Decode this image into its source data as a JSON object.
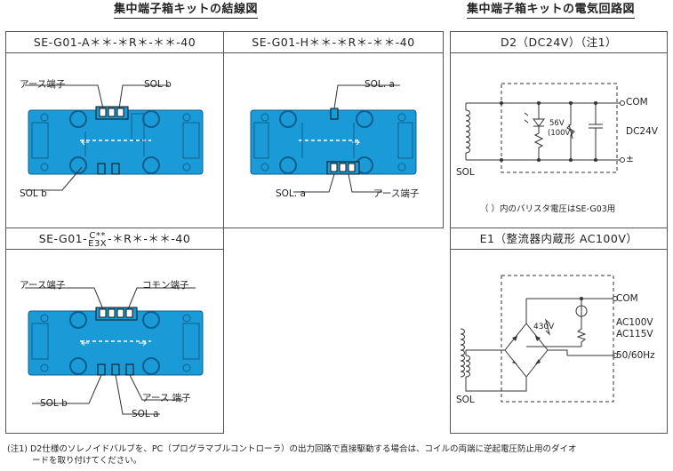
{
  "titles": {
    "wiring": "集中端子箱キットの結線図",
    "circuit": "集中端子箱キットの電気回路図"
  },
  "wiring_panels": {
    "a": {
      "model": "SE-G01-A＊＊-＊R＊-＊＊-40",
      "labels": {
        "earth": "アース端子",
        "sol_top": "SOL b",
        "sol_bottom": "SOL b"
      }
    },
    "h": {
      "model": "SE-G01-H＊＊-＊R＊-＊＊-40",
      "labels": {
        "sol_top": "SOL. a",
        "sol_bottom": "SOL. a",
        "earth": "アース端子"
      }
    },
    "c": {
      "model_prefix": "SE-G01-",
      "model_upper": "C**",
      "model_lower": "E3X",
      "model_suffix": "-＊R＊-＊＊-40",
      "labels": {
        "earth": "アース端子",
        "common": "コモン端子",
        "sol_b": "SOL b",
        "earth_bottom": "アース 端子",
        "sol_a": "SOL a"
      }
    }
  },
  "circuit_panels": {
    "d2": {
      "header": "D2（DC24V）（注1）",
      "com": "COM",
      "voltage": "DC24V",
      "pm": "±",
      "sol": "SOL",
      "varistor_v": "56V",
      "varistor_v2": "(100V)",
      "note": "（ ）内のバリスタ電圧はSE-G03用"
    },
    "e1": {
      "header": "E1（整流器内蔵形 AC100V）",
      "com": "COM",
      "ac100": "AC100V",
      "ac115": "AC115V",
      "freq": "50/60Hz",
      "varistor_v": "430V",
      "sol": "SOL"
    }
  },
  "footnote": {
    "line1": "(注1) D2仕様のソレノイドバルブを、PC（プログラマブルコントローラ）の出力回路で直接駆動する場合は、コイルの両端に逆起電圧防止用のダイオ",
    "line2": "ードを取り付けてください。"
  },
  "colors": {
    "valve": "#1a9bd8",
    "valve_dark": "#0d5f8c",
    "line": "#333333"
  }
}
